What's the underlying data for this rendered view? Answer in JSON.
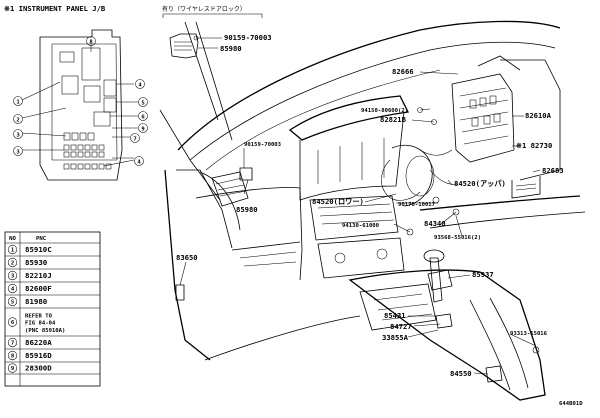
{
  "jb_panel": {
    "title": "※1 INSTRUMENT PANEL J/B",
    "markers": [
      "8",
      "1",
      "2",
      "3",
      "3",
      "4",
      "5",
      "6",
      "9",
      "7",
      "4"
    ]
  },
  "legend": {
    "header_no": "NO",
    "header_pnc": "PNC",
    "rows": [
      {
        "no": "1",
        "pnc": "85910C"
      },
      {
        "no": "2",
        "pnc": "85930"
      },
      {
        "no": "3",
        "pnc": "82210J"
      },
      {
        "no": "4",
        "pnc": "82600F"
      },
      {
        "no": "5",
        "pnc": "81980"
      },
      {
        "no": "6",
        "pnc": "REFER TO\nFIG 84-04\n(PNC 85910A)"
      },
      {
        "no": "7",
        "pnc": "86220A"
      },
      {
        "no": "8",
        "pnc": "85916D"
      },
      {
        "no": "9",
        "pnc": "28300D"
      }
    ]
  },
  "inset": {
    "caption": "有り（ワイヤレスドアロック）",
    "part_a": "90159-70003",
    "part_b": "85980"
  },
  "callouts": [
    {
      "id": "82666",
      "text": "82666"
    },
    {
      "id": "94150-80600",
      "text": "94150-80600(2)"
    },
    {
      "id": "82821B",
      "text": "82821B"
    },
    {
      "id": "82610A",
      "text": "82610A"
    },
    {
      "id": "82730",
      "text": "※1 82730"
    },
    {
      "id": "82683",
      "text": "82683"
    },
    {
      "id": "90159-70003-b",
      "text": "90159-70003"
    },
    {
      "id": "85980-b",
      "text": "85980"
    },
    {
      "id": "84520-lo",
      "text": "84520(ロワー)"
    },
    {
      "id": "84520-up",
      "text": "84520(アッパ)"
    },
    {
      "id": "90170-10017",
      "text": "90170-10017"
    },
    {
      "id": "94130-61000",
      "text": "94130-61000"
    },
    {
      "id": "84340",
      "text": "84340"
    },
    {
      "id": "93568-55016",
      "text": "93568-55016(2)"
    },
    {
      "id": "83650",
      "text": "83650"
    },
    {
      "id": "85937",
      "text": "85937"
    },
    {
      "id": "85431",
      "text": "85431"
    },
    {
      "id": "84727",
      "text": "84727"
    },
    {
      "id": "33855A",
      "text": "33855A"
    },
    {
      "id": "93313-15016",
      "text": "93313-15016"
    },
    {
      "id": "84550",
      "text": "84550"
    },
    {
      "id": "figure-code",
      "text": "644B01D"
    }
  ]
}
